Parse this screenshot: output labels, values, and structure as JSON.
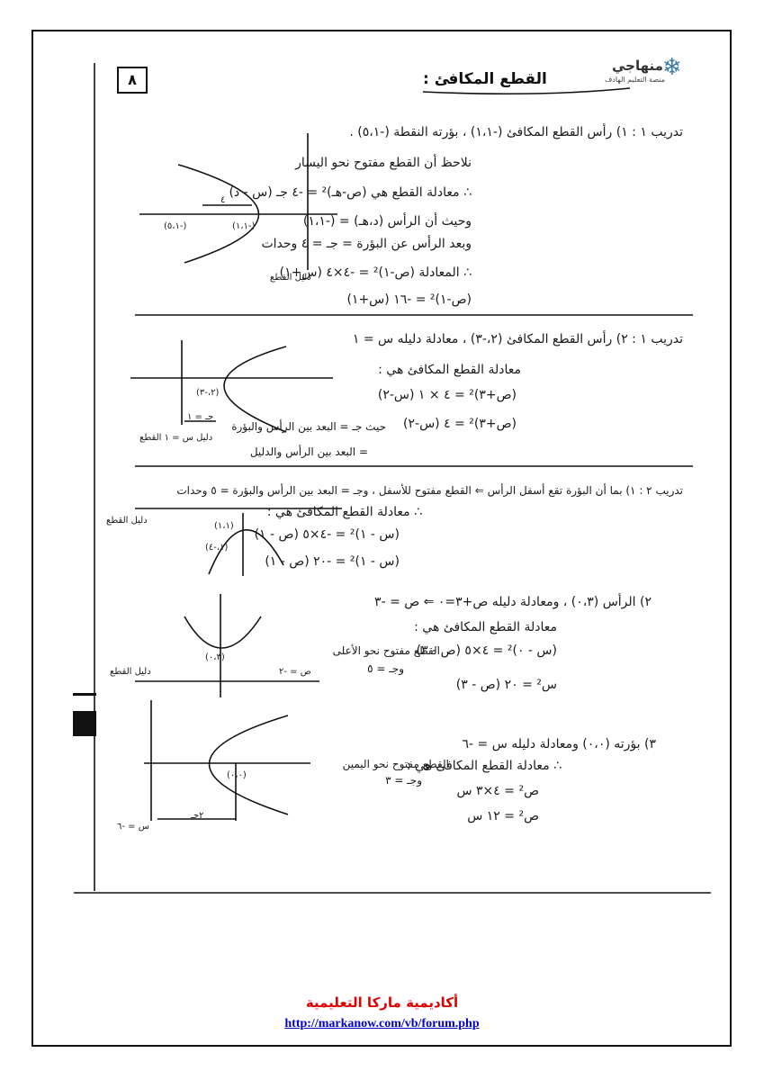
{
  "header": {
    "page_number": "٨",
    "title": "القطع المكافئ :",
    "logo_name": "منهاجي",
    "logo_tagline": "منصة التعليم الهادف"
  },
  "exercise1": {
    "line1": "تدريب ١ : ١) رأس القطع المكافئ (-١،١) ، بؤرته النقطة (-٥،١) .",
    "line2": "نلاحظ أن القطع مفتوح نحو اليسار",
    "line3": "∴ معادلة القطع هي (ص-هـ)² = -٤ جـ (س - د)",
    "line4": "وحيث أن الرأس (د،هـ) = (-١،١)",
    "line5": "وبعد الرأس عن البؤرة = جـ = ٤ وحدات",
    "line6": "∴ المعادلة (ص-١)² = -٤×٤ (س+١)",
    "line7": "(ص-١)² = -١٦ (س+١)",
    "graph_vertex": "(-١،١)",
    "graph_focus": "(-٥،١)",
    "graph_dist": "٤",
    "graph_directrix": "دليل القطع"
  },
  "exercise2": {
    "line1": "تدريب ١ : ٢) رأس القطع المكافئ (٢،-٣) ، معادلة دليله س = ١",
    "line2": "معادلة القطع المكافئ هي :",
    "line3": "(ص+٣)² = ٤ × ١ (س-٢)",
    "line4": "(ص+٣)² = ٤ (س-٢)",
    "line5": "حيث جـ = البعد بين الرأس والبؤرة",
    "line6": "= البعد بين الرأس والدليل",
    "graph_vertex": "(٢،-٣)",
    "graph_c": "جـ = ١",
    "graph_directrix": "دليل س = ١ القطع"
  },
  "exercise3": {
    "line1": "تدريب ٢ : ١) بما أن البؤرة تقع أسفل الرأس ⇐ القطع مفتوح للأسفل ، وجـ = البعد بين الرأس والبؤرة = ٥ وحدات",
    "line2": "∴ معادلة القطع المكافئ هي :",
    "line3": "(س - ١)² = -٤×٥ (ص - ١)",
    "line4": "(س - ١)² = -٢٠ (ص - ١)",
    "graph_vertex": "(١،١)",
    "graph_focus": "(١،-٤)",
    "graph_directrix": "دليل القطع"
  },
  "exercise4": {
    "line1": "٢) الرأس (٠،٣) ، ومعادلة دليله ص+٣=٠ ⇐ ص = -٣",
    "line2": "معادلة القطع المكافئ هي :",
    "line3": "(س - ٠)² = ٤×٥ (ص - ٣)",
    "line4": "س² = ٢٠ (ص - ٣)",
    "note1": "القطع مفتوح نحو الأعلى",
    "note2": "وجـ = ٥",
    "graph_vertex": "(٠،٣)",
    "graph_directrix": "دليل القطع",
    "graph_line_label": "ص = -٢"
  },
  "exercise5": {
    "line1": "٣) بؤرته (٠،٠) ومعادلة دليله س = -٦",
    "line2": "∴ معادلة القطع المكافئ هي :",
    "line3": "ص² = ٤×٣ س",
    "line4": "ص² = ١٢ س",
    "note1": "القطع مفتوح نحو اليمين",
    "note2": "وجـ = ٣",
    "graph_focus": "(٠،٠)",
    "graph_c": "٢جـ",
    "graph_directrix": "س = -٦"
  },
  "footer": {
    "organization": "أكاديمية ماركا التعليمية",
    "url": "http://markanow.com/vb/forum.php"
  }
}
